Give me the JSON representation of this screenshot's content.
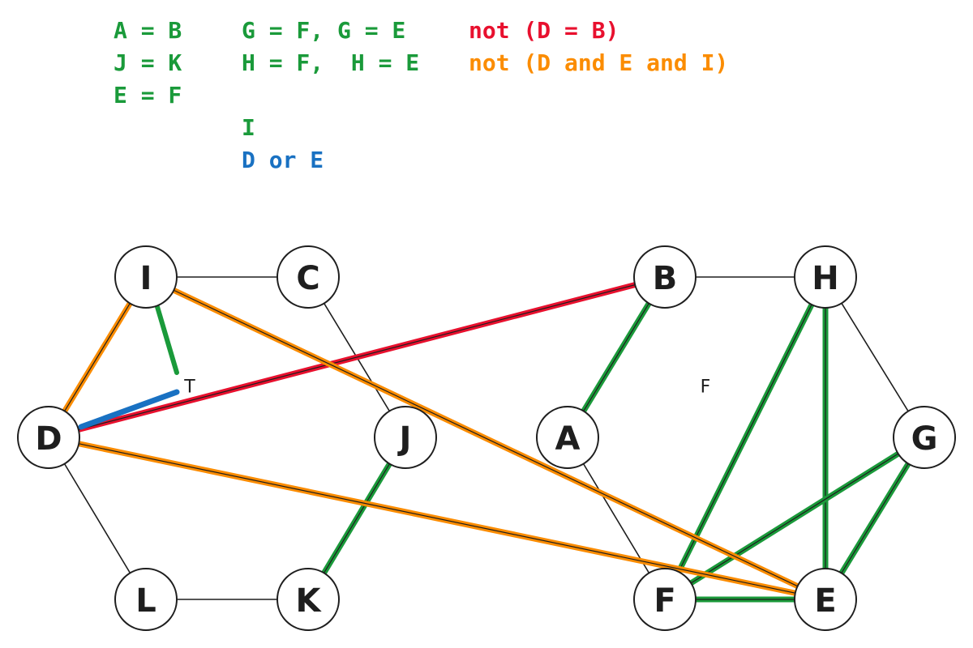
{
  "colors": {
    "green": "#1a9a3a",
    "red": "#e8102e",
    "orange": "#fb8c00",
    "blue": "#1971c2",
    "ink": "#1e1e1e"
  },
  "constraints": {
    "col1": [
      "A = B",
      "J = K",
      "E = F"
    ],
    "col2": [
      "G = F, G = E",
      "H = F,  H = E",
      "I"
    ],
    "col2_blue": "D or E",
    "col3": [
      "not (D = B)",
      "not (D and E and I)"
    ]
  },
  "graph": {
    "nodes": [
      {
        "id": "I",
        "label": "I"
      },
      {
        "id": "C",
        "label": "C"
      },
      {
        "id": "D",
        "label": "D"
      },
      {
        "id": "J",
        "label": "J"
      },
      {
        "id": "L",
        "label": "L"
      },
      {
        "id": "K",
        "label": "K"
      },
      {
        "id": "B",
        "label": "B"
      },
      {
        "id": "H",
        "label": "H"
      },
      {
        "id": "A",
        "label": "A"
      },
      {
        "id": "G",
        "label": "G"
      },
      {
        "id": "F",
        "label": "F"
      },
      {
        "id": "E",
        "label": "E"
      }
    ],
    "edges": [
      {
        "from": "I",
        "to": "C",
        "color": "ink"
      },
      {
        "from": "C",
        "to": "J",
        "color": "ink"
      },
      {
        "from": "D",
        "to": "L",
        "color": "ink"
      },
      {
        "from": "L",
        "to": "K",
        "color": "ink"
      },
      {
        "from": "I",
        "to": "D",
        "color": "orange"
      },
      {
        "from": "J",
        "to": "K",
        "color": "green"
      },
      {
        "from": "B",
        "to": "H",
        "color": "ink"
      },
      {
        "from": "H",
        "to": "G",
        "color": "ink"
      },
      {
        "from": "A",
        "to": "F",
        "color": "ink"
      },
      {
        "from": "B",
        "to": "A",
        "color": "green"
      },
      {
        "from": "H",
        "to": "F",
        "color": "green"
      },
      {
        "from": "H",
        "to": "E",
        "color": "green"
      },
      {
        "from": "G",
        "to": "F",
        "color": "green"
      },
      {
        "from": "G",
        "to": "E",
        "color": "green"
      },
      {
        "from": "F",
        "to": "E",
        "color": "green"
      },
      {
        "from": "D",
        "to": "B",
        "color": "red"
      },
      {
        "from": "I",
        "to": "E",
        "color": "orange"
      },
      {
        "from": "D",
        "to": "E",
        "color": "orange"
      }
    ],
    "t_marker": "T",
    "f_marker": "F"
  }
}
